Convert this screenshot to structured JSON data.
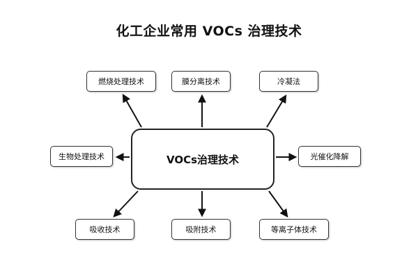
{
  "title": "化工企业常用 VOCs 治理技术",
  "center": "VOCs治理技术",
  "nodes": {
    "top_left": "燃烧处理技术",
    "top_middle": "膜分离技术",
    "top_right": "冷凝法",
    "left": "生物处理技术",
    "right": "光催化降解",
    "bottom_left": "吸收技术",
    "bottom_middle": "吸附技术",
    "bottom_right": "等离子体技术"
  }
}
